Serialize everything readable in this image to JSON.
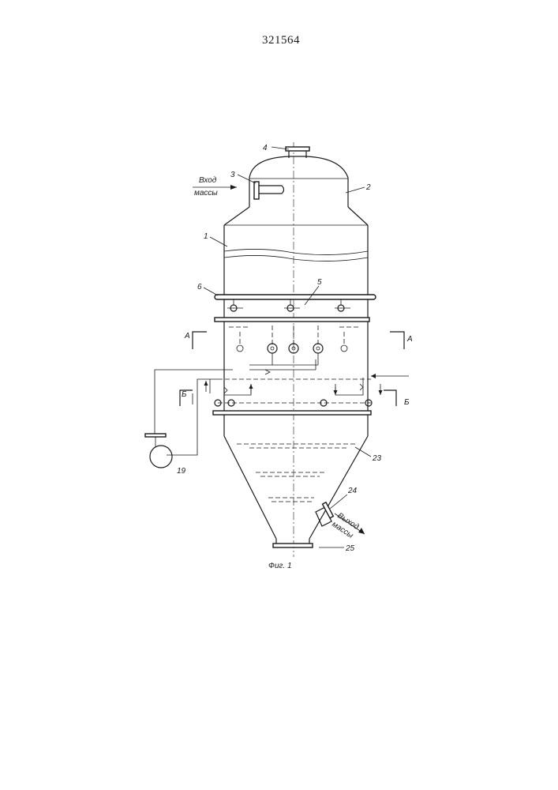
{
  "document": {
    "patent_number": "321564",
    "figure_caption": "Фиг. 1"
  },
  "flows": {
    "inlet_line1": "Вход",
    "inlet_line2": "массы",
    "outlet_line1": "Выход",
    "outlet_line2": "массы"
  },
  "section_marks": {
    "a_left": "А",
    "a_right": "А",
    "b_left": "Б",
    "b_right": "Б"
  },
  "callouts": {
    "c1": "1",
    "c2": "2",
    "c3": "3",
    "c4": "4",
    "c5": "5",
    "c6": "6",
    "c19": "19",
    "c23": "23",
    "c24": "24",
    "c25": "25"
  },
  "colors": {
    "ink": "#1a1a1a",
    "paper": "#ffffff"
  }
}
